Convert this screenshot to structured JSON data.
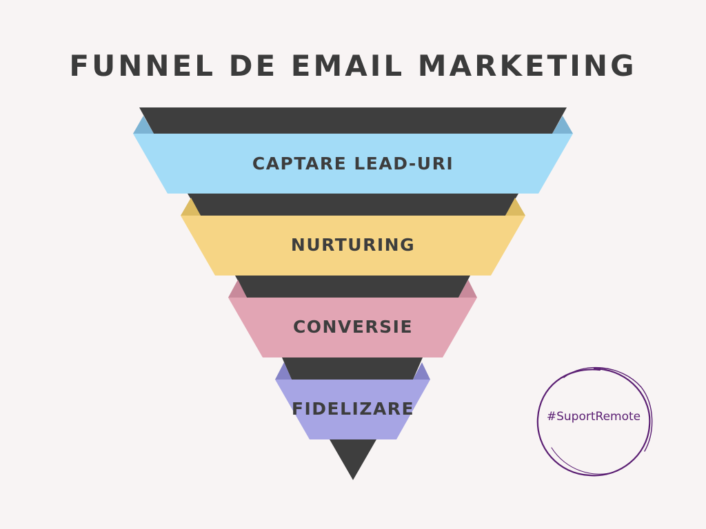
{
  "title": "FUNNEL DE EMAIL MARKETING",
  "stages": [
    {
      "label": "CAPTARE LEAD-URI",
      "color": "#a3dcf7",
      "fold_color": "#7cb3d3"
    },
    {
      "label": "NURTURING",
      "color": "#f6d585",
      "fold_color": "#dcbb62"
    },
    {
      "label": "CONVERSIE",
      "color": "#e2a5b4",
      "fold_color": "#c88a9b"
    },
    {
      "label": "FIDELIZARE",
      "color": "#a7a5e4",
      "fold_color": "#8583c6"
    }
  ],
  "funnel_color": "#3e3e3e",
  "badge": {
    "text": "#SuportRemote",
    "color": "#5b1f73"
  }
}
